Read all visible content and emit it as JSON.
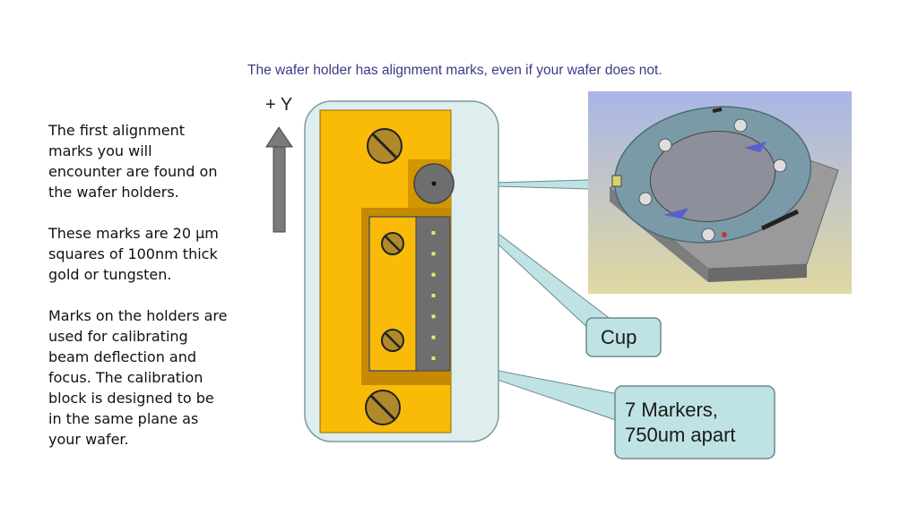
{
  "title": "The wafer holder has alignment  marks, even if your wafer does not.",
  "text": {
    "paragraph1": "The first alignment marks you will encounter are found on the wafer holders.",
    "paragraph2": "These marks are 20 µm squares of 100nm thick gold or tungsten.",
    "paragraph3": "Marks on the holders are used for calibrating beam deflection and focus. The calibration block is designed to be in the same plane as your wafer."
  },
  "diagram": {
    "axis_label": "+ Y",
    "callout_cup": "Cup",
    "callout_markers_line1": "7 Markers,",
    "callout_markers_line2": "750um apart",
    "marker_count": 7
  },
  "colors": {
    "holder_yellow": "#f9bb08",
    "callout_fill": "#bfe2e4",
    "panel_fill": "#deeeef",
    "marker_strip": "#6e6e6e",
    "title_blue": "#3a3a8c"
  }
}
